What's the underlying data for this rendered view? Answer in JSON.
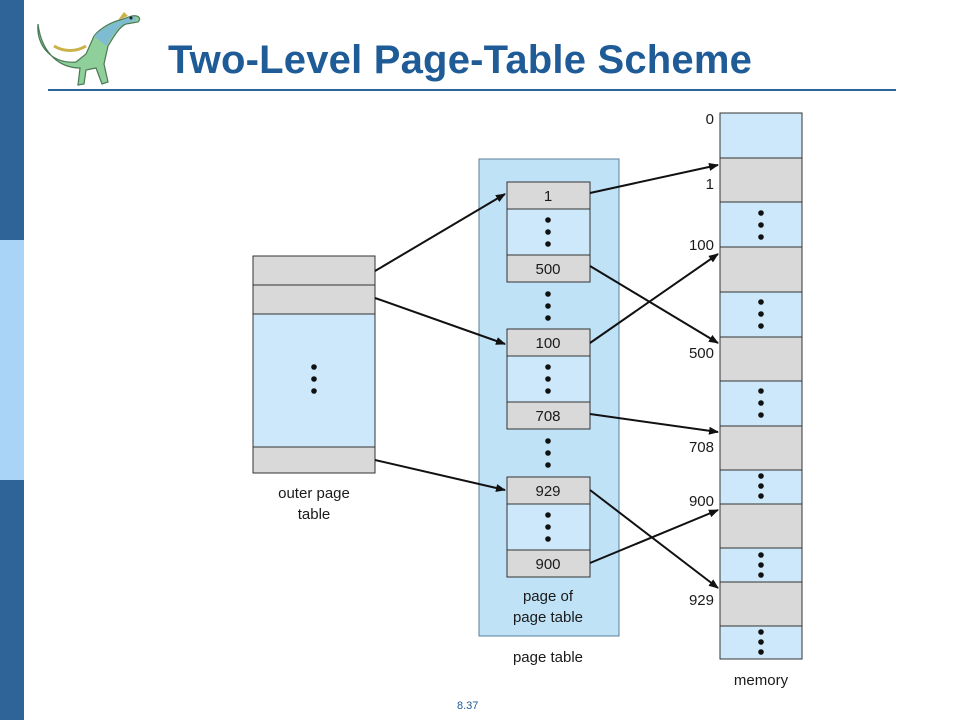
{
  "slide": {
    "title": "Two-Level Page-Table Scheme",
    "footer": "8.37"
  },
  "diagram": {
    "outer_table_label": [
      "outer page",
      "table"
    ],
    "page_of_page_table_label": [
      "page of",
      "page table"
    ],
    "page_table_label": "page table",
    "memory_label": "memory",
    "page_table_entries": [
      "1",
      "500",
      "100",
      "708",
      "929",
      "900"
    ],
    "memory_addresses": [
      "0",
      "1",
      "100",
      "500",
      "708",
      "900",
      "929"
    ],
    "colors": {
      "light_blue": "#cce8fa",
      "gray": "#d9d9d9",
      "panel_blue": "#bfe2f7",
      "stroke": "#333333"
    }
  }
}
